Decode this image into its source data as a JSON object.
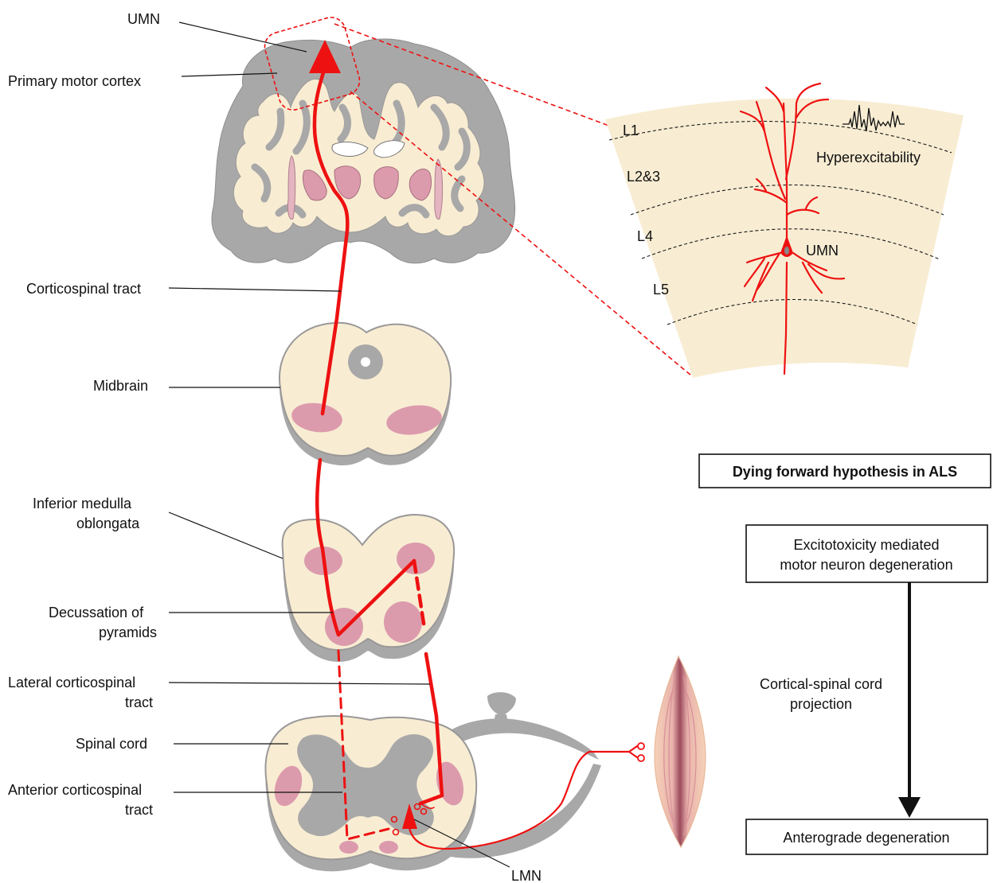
{
  "labels": {
    "umn_top": "UMN",
    "primary_motor_cortex": "Primary motor cortex",
    "corticospinal_tract": "Corticospinal tract",
    "midbrain": "Midbrain",
    "inferior_medulla_1": "Inferior medulla",
    "inferior_medulla_2": "oblongata",
    "decussation_1": "Decussation of",
    "decussation_2": "pyramids",
    "lateral_cst_1": "Lateral corticospinal",
    "lateral_cst_2": "tract",
    "spinal_cord": "Spinal cord",
    "anterior_cst_1": "Anterior corticospinal",
    "anterior_cst_2": "tract",
    "lmn": "LMN"
  },
  "inset": {
    "layers": [
      "L1",
      "L2&3",
      "L4",
      "L5"
    ],
    "hyperexcitability": "Hyperexcitability",
    "umn": "UMN"
  },
  "flow": {
    "title": "Dying forward hypothesis in ALS",
    "box1_line1": "Excitotoxicity mediated",
    "box1_line2": "motor neuron degeneration",
    "arrow_label_1": "Cortical-spinal cord",
    "arrow_label_2": "projection",
    "box2": "Anterograde degeneration"
  },
  "colors": {
    "tract_red": "#ee1111",
    "tissue_cream": "#f8edd3",
    "grey_matter": "#a9a8a8",
    "nucleus_pink": "#dc9bac",
    "muscle_pink": "#eab7b2"
  }
}
